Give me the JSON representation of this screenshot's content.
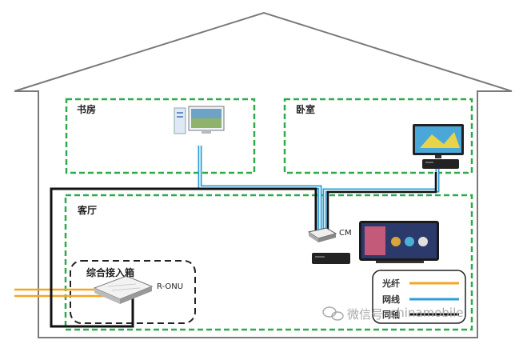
{
  "rooms": {
    "study": "书房",
    "bedroom": "卧室",
    "living_room": "客厅",
    "access_box": "综合接入箱"
  },
  "devices": {
    "onu": "R-ONU",
    "cm": "CM"
  },
  "legend": {
    "fiber": "光纤",
    "network": "网线",
    "coax": "同轴"
  },
  "colors": {
    "fiber": "#f5a623",
    "network": "#2a9fd8",
    "coax": "#111111",
    "room_border": "#2eaa4a"
  },
  "watermark": {
    "prefix": "微信号",
    "id": "chinamobile"
  }
}
